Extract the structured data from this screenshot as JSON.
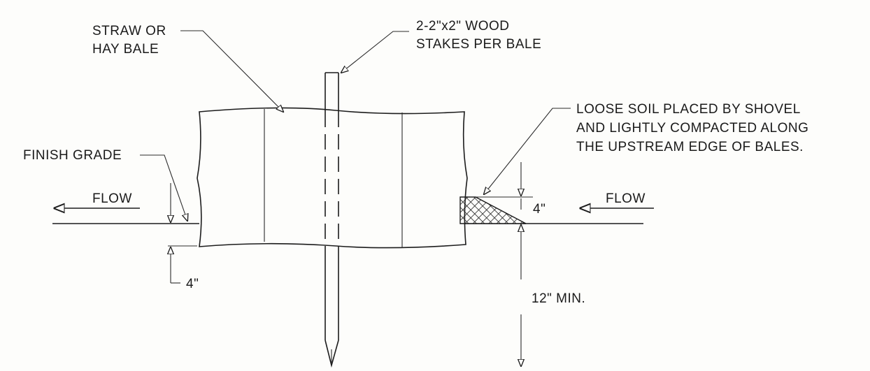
{
  "labels": {
    "bale": [
      "STRAW OR",
      "HAY BALE"
    ],
    "stakes": [
      "2-2\"x2\" WOOD",
      "STAKES PER BALE"
    ],
    "soil": [
      "LOOSE SOIL PLACED BY SHOVEL",
      "AND LIGHTLY COMPACTED ALONG",
      "THE UPSTREAM EDGE OF BALES."
    ],
    "finish_grade": "FINISH GRADE",
    "flow_left": "FLOW",
    "flow_right": "FLOW",
    "embed_depth": "4\"",
    "soil_height": "4\"",
    "stake_depth": "12\" MIN."
  },
  "colors": {
    "ink": "#1c1c1c",
    "paper": "#fdfdfb"
  }
}
